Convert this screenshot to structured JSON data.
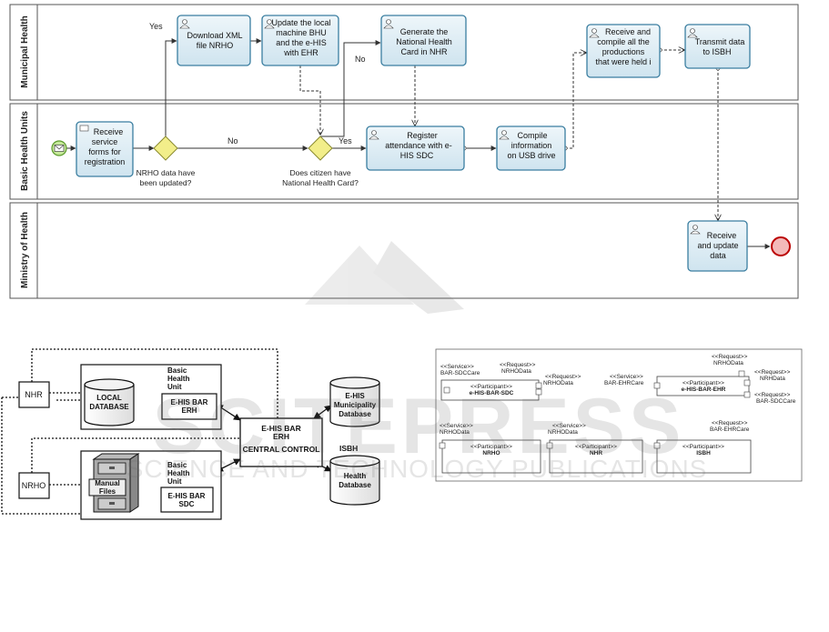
{
  "bpmn": {
    "lanes": [
      "Municipal Health",
      "Basic Health Units",
      "Ministry of Health"
    ],
    "tasks": {
      "receive_forms": [
        "Receive",
        "service",
        "forms for",
        "registration"
      ],
      "download_xml": [
        "Download XML",
        "file NRHO"
      ],
      "update_local": [
        "Update the local",
        "machine BHU",
        "and the e-HIS",
        "with EHR"
      ],
      "generate_card": [
        "Generate the",
        "National Health",
        "Card in NHR"
      ],
      "receive_compile": [
        "Receive and",
        "compile all the",
        "productions",
        "that were held i"
      ],
      "transmit": [
        "Transmit data",
        "to ISBH"
      ],
      "register": [
        "Register",
        "attendance with e-",
        "HIS SDC"
      ],
      "compile_usb": [
        "Compile",
        "information",
        "on USB drive"
      ],
      "receive_update": [
        "Receive",
        "and update",
        "data"
      ]
    },
    "gateway1_label": [
      "NRHO data have",
      "been updated?"
    ],
    "gateway2_label": [
      "Does citizen have",
      "National Health Card?"
    ],
    "flow_labels": {
      "yes1": "Yes",
      "no1": "No",
      "yes2": "Yes",
      "no2": "No"
    }
  },
  "architecture": {
    "nhr": "NHR",
    "nrho": "NRHO",
    "local_db": [
      "LOCAL",
      "DATABASE"
    ],
    "bhu_top": [
      "Basic",
      "Health",
      "Unit"
    ],
    "ehis_bar_erh": [
      "E-HIS BAR",
      "ERH"
    ],
    "manual_files": [
      "Manual",
      "Files"
    ],
    "bhu_bottom": [
      "Basic",
      "Health",
      "Unit"
    ],
    "ehis_bar_sdc": [
      "E-HIS BAR",
      "SDC"
    ],
    "central": [
      "E-HIS BAR",
      "ERH",
      "CENTRAL CONTROL"
    ],
    "muni_db": [
      "E-HIS",
      "Municipality",
      "Database"
    ],
    "isbh": "ISBH",
    "health_db": [
      "Health",
      "Database"
    ]
  },
  "soaml": {
    "top_left_service": [
      "<<Service>>",
      "BAR-SDCCare"
    ],
    "top_left_request": [
      "<<Request>>",
      "NRHOData"
    ],
    "p1": [
      "<<Participant>>",
      "e-HIS-BAR-SDC"
    ],
    "mid_request": [
      "<<Request>>",
      "NRHOData"
    ],
    "mid_service": [
      "<<Service>>",
      "BAR-EHRCare"
    ],
    "top_right_request": [
      "<<Request>>",
      "NRHOData"
    ],
    "p2": [
      "<<Participant>>",
      "e-HIS-BAR-EHR"
    ],
    "right_request1": [
      "<<Request>>",
      "NRHData"
    ],
    "right_request2": [
      "<<Request>>",
      "BAR-SDCCare"
    ],
    "b_service1": [
      "<<Service>>",
      "NRHOData"
    ],
    "b_service2": [
      "<<Service>>",
      "NRHOData"
    ],
    "b_request": [
      "<<Request>>",
      "BAR-EHRCare"
    ],
    "p3": [
      "<<Participant>>",
      "NRHO"
    ],
    "p4": [
      "<<Participant>>",
      "NHR"
    ],
    "p5": [
      "<<Participant>>",
      "ISBH"
    ]
  },
  "watermark": {
    "line1": "SCITEPRESS",
    "line2": "SCIENCE AND TECHNOLOGY PUBLICATIONS"
  },
  "colors": {
    "task_fill": "#d7eaf3",
    "task_stroke": "#3a7ea0",
    "gateway": "#f2ee8a",
    "start": "#c5e89a",
    "end": "#f3b9b9"
  }
}
